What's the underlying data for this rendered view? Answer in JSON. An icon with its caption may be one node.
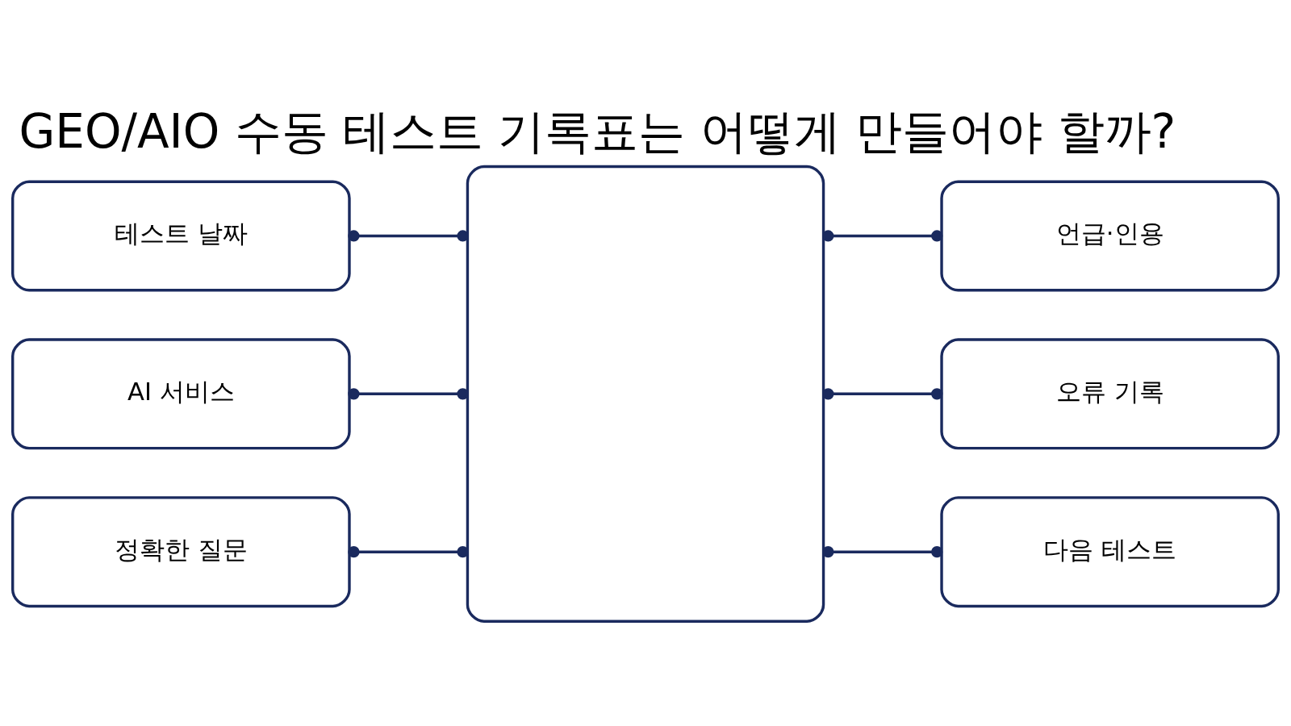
{
  "diagram": {
    "title": "GEO/AIO 수동 테스트 기록표는 어떻게 만들어야 할까?",
    "nodes": [
      {
        "text": [],
        "shape": "box"
      },
      {
        "text": [
          "테스트 날짜"
        ]
      },
      {
        "text": [
          "AI 서비스"
        ]
      },
      {
        "text": [
          "정확한 질문"
        ]
      },
      {
        "text": [
          "언급·인용"
        ]
      },
      {
        "text": [
          "오류 기록"
        ]
      },
      {
        "text": [
          "다음 테스트"
        ]
      }
    ],
    "edges": [
      {
        "from": 1,
        "to": 0,
        "arrow": "other"
      },
      {
        "from": 2,
        "to": 0,
        "arrow": "other"
      },
      {
        "from": 3,
        "to": 0,
        "arrow": "other"
      },
      {
        "from": 0,
        "to": 4,
        "arrow": "other"
      },
      {
        "from": 0,
        "to": 5,
        "arrow": "other"
      },
      {
        "from": 0,
        "to": 6,
        "arrow": "other"
      }
    ]
  }
}
